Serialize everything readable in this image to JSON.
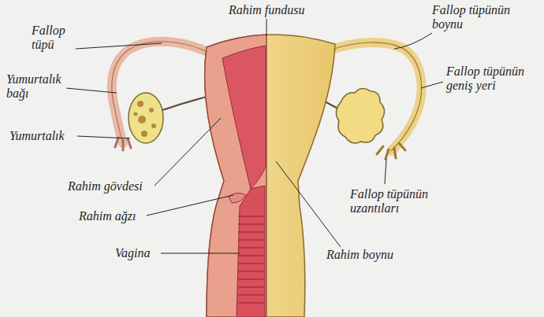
{
  "diagram": {
    "labels": [
      "Rahim fundusu",
      "Fallop tüpü",
      "Fallop tüpünün boynu",
      "Yumurtalık bağı",
      "Fallop tüpünün geniş yeri",
      "Yumurtalık",
      "Rahim gövdesi",
      "Fallop tüpünün uzantıları",
      "Rahim ağzı",
      "Vagina",
      "Rahim boynu"
    ]
  }
}
